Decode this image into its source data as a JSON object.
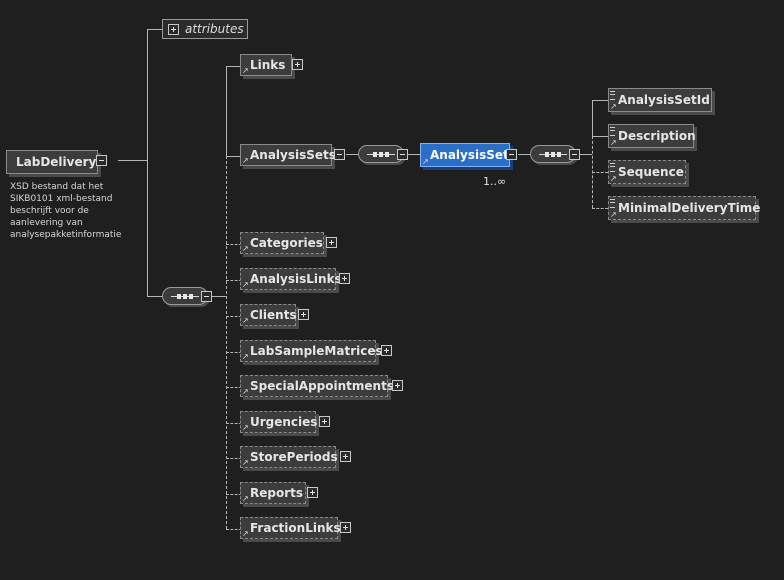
{
  "root": {
    "name": "LabDelivery",
    "doc_lines": [
      "XSD bestand dat het",
      "SIKB0101 xml-bestand",
      "beschrijft voor de",
      "aanlevering van",
      "analysepakketinformatie"
    ]
  },
  "attributes_label": "attributes",
  "children": [
    "Links",
    "AnalysisSets",
    "Categories",
    "AnalysisLinks",
    "Clients",
    "LabSampleMatrices",
    "SpecialAppointments",
    "Urgencies",
    "StorePeriods",
    "Reports",
    "FractionLinks"
  ],
  "analysis_set": {
    "name": "AnalysisSet",
    "cardinality": "1..∞"
  },
  "analysis_set_children": [
    "AnalysisSetId",
    "Description",
    "Sequence",
    "MinimalDeliveryTime"
  ],
  "colors": {
    "background": "#1f1f1f",
    "node": "#3c3c3c",
    "selected": "#2a6ec6"
  },
  "icons": [
    "expand-plus-icon",
    "collapse-minus-icon",
    "sequence-compositor-icon",
    "reference-arrow-icon",
    "leaf-element-icon"
  ]
}
